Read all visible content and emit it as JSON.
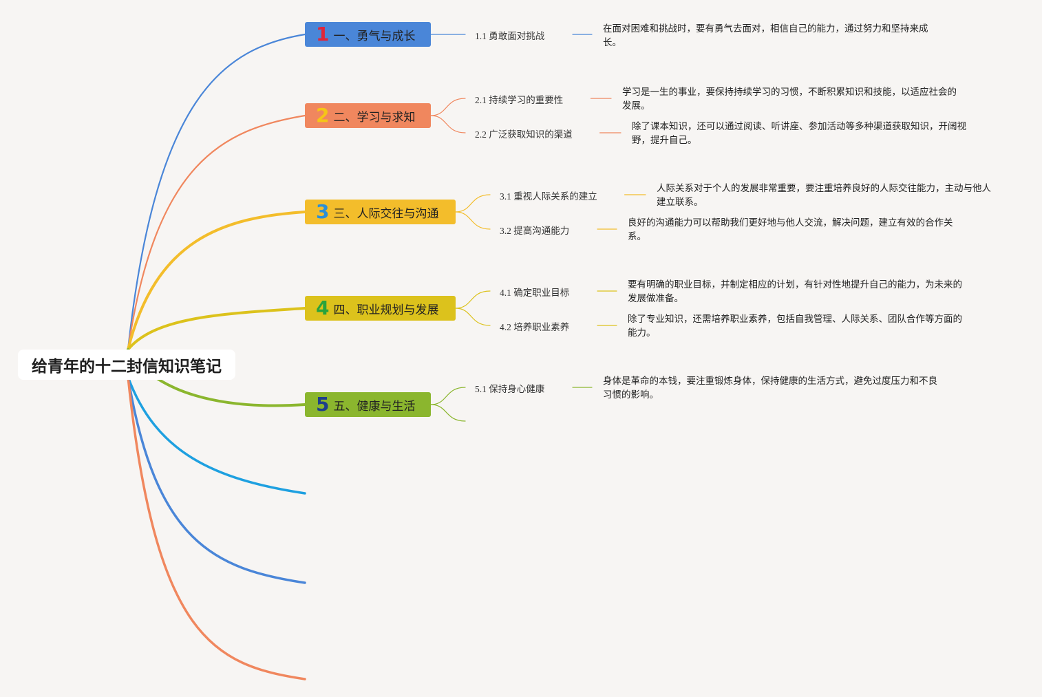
{
  "root": {
    "title": "给青年的十二封信知识笔记"
  },
  "branches": [
    {
      "num": "1",
      "label": "一、勇气与成长",
      "color": "#4a86d8",
      "num_color": "#e0263b",
      "subs": [
        {
          "label": "1.1 勇敢面对挑战",
          "note": "在面对困难和挑战时，要有勇气去面对，相信自己的能力，通过努力和坚持来成长。"
        }
      ]
    },
    {
      "num": "2",
      "label": "二、学习与求知",
      "color": "#f0875e",
      "num_color": "#f5c518",
      "subs": [
        {
          "label": "2.1 持续学习的重要性",
          "note": "学习是一生的事业，要保持持续学习的习惯，不断积累知识和技能，以适应社会的发展。"
        },
        {
          "label": "2.2 广泛获取知识的渠道",
          "note": "除了课本知识，还可以通过阅读、听讲座、参加活动等多种渠道获取知识，开阔视野，提升自己。"
        }
      ]
    },
    {
      "num": "3",
      "label": "三、人际交往与沟通",
      "color": "#f3bd2b",
      "num_color": "#2c8fd6",
      "subs": [
        {
          "label": "3.1 重视人际关系的建立",
          "note": "人际关系对于个人的发展非常重要，要注重培养良好的人际交往能力，主动与他人建立联系。"
        },
        {
          "label": "3.2 提高沟通能力",
          "note": "良好的沟通能力可以帮助我们更好地与他人交流，解决问题，建立有效的合作关系。"
        }
      ]
    },
    {
      "num": "4",
      "label": "四、职业规划与发展",
      "color": "#dcc21c",
      "num_color": "#2aa33c",
      "subs": [
        {
          "label": "4.1 确定职业目标",
          "note": "要有明确的职业目标，并制定相应的计划，有针对性地提升自己的能力，为未来的发展做准备。"
        },
        {
          "label": "4.2 培养职业素养",
          "note": "除了专业知识，还需培养职业素养，包括自我管理、人际关系、团队合作等方面的能力。"
        }
      ]
    },
    {
      "num": "5",
      "label": "五、健康与生活",
      "color": "#8bb62e",
      "num_color": "#1e3f8a",
      "subs": [
        {
          "label": "5.1 保持身心健康",
          "note": "身体是革命的本钱，要注重锻炼身体，保持健康的生活方式，避免过度压力和不良习惯的影响。"
        }
      ]
    }
  ],
  "extra_lines": [
    {
      "color": "#1ea0e0"
    },
    {
      "color": "#4a86d8"
    },
    {
      "color": "#f0875e"
    }
  ]
}
